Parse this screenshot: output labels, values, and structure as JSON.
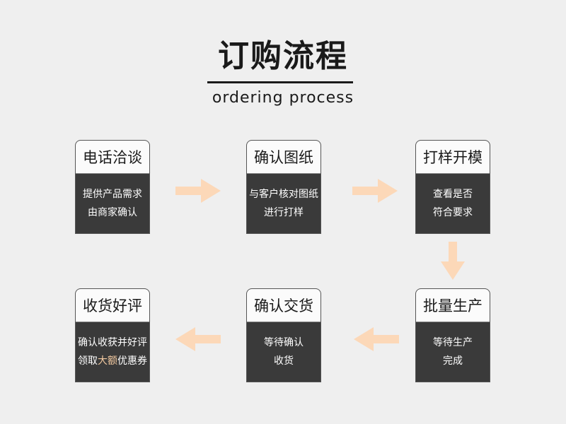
{
  "header": {
    "title": "订购流程",
    "subtitle": "ordering process"
  },
  "colors": {
    "background": "#efefef",
    "box_head": "#fbfbfb",
    "box_body": "#3a3a3a",
    "arrow": "#fcd8b8",
    "highlight": "#f2c9a0"
  },
  "steps": [
    {
      "title": "电话洽谈",
      "lines": [
        "提供产品需求",
        "由商家确认"
      ]
    },
    {
      "title": "确认图纸",
      "lines": [
        "与客户核对图纸",
        "进行打样"
      ]
    },
    {
      "title": "打样开模",
      "lines": [
        "查看是否",
        "符合要求"
      ]
    },
    {
      "title": "批量生产",
      "lines": [
        "等待生产",
        "完成"
      ]
    },
    {
      "title": "确认交货",
      "lines": [
        "等待确认",
        "收货"
      ]
    },
    {
      "title": "收货好评",
      "lines": [
        "确认收获并好评"
      ],
      "line2_parts": [
        "领取",
        "大额",
        "优惠券"
      ]
    }
  ],
  "arrows": [
    "arrow-right",
    "arrow-right",
    "arrow-down",
    "arrow-left",
    "arrow-left"
  ]
}
